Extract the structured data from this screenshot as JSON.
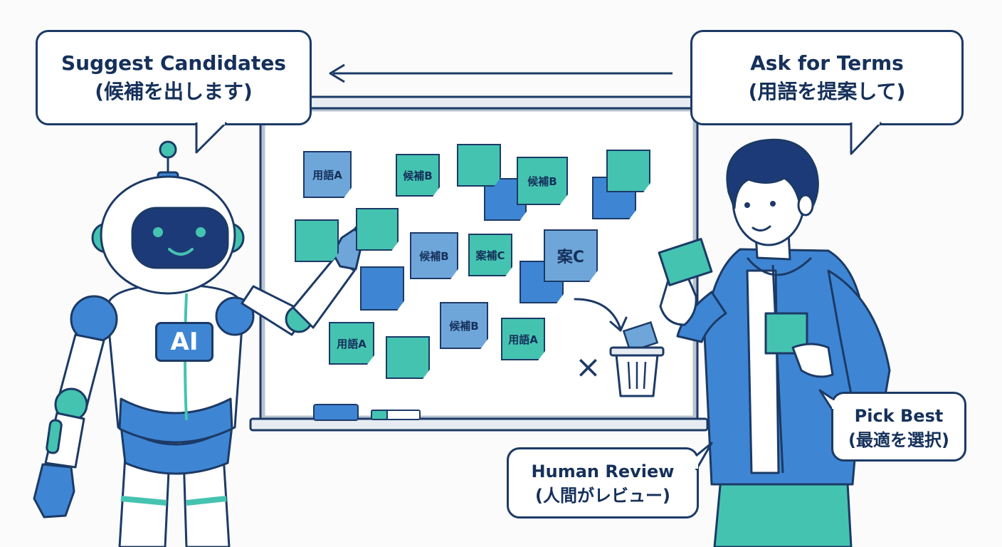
{
  "bubbles": {
    "suggest": {
      "line1": "Suggest Candidates",
      "line2": "(候補を出します)"
    },
    "ask": {
      "line1": "Ask for Terms",
      "line2": "(用語を提案して)"
    },
    "pick": {
      "line1": "Pick Best",
      "line2": "(最適を選択)"
    },
    "review": {
      "line1": "Human Review",
      "line2": "(人間がレビュー)"
    }
  },
  "robot": {
    "badge": "AI"
  },
  "board": {
    "notes": [
      {
        "label": "用語A"
      },
      {
        "label": "候補B"
      },
      {
        "label": "候補B"
      },
      {
        "label": "候補B"
      },
      {
        "label": "案補C"
      },
      {
        "label": "案C"
      },
      {
        "label": "用語A"
      },
      {
        "label": "候補B"
      },
      {
        "label": "用語A"
      }
    ],
    "reject_mark": "×"
  },
  "colors": {
    "outline": "#1c3a66",
    "teal": "#45c3b1",
    "light_blue": "#6fa6da",
    "blue": "#3e86d4",
    "dark_navy": "#1d3a78"
  }
}
